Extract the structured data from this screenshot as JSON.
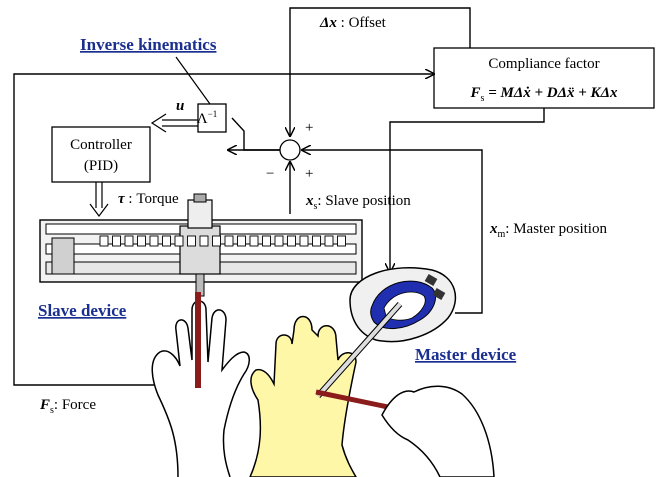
{
  "labels": {
    "offset_symbol": "Δx",
    "offset_text": " : Offset",
    "inverse_kinematics": "Inverse kinematics",
    "compliance_title": "Compliance factor",
    "compliance_eq_lhs": "F",
    "compliance_eq_sub": "s",
    "compliance_eq_rhs": " = MΔẋ + DΔẍ + KΔx",
    "controller_line1": "Controller",
    "controller_line2": "(PID)",
    "u_label": "u",
    "inverse_block": "Λ",
    "inverse_sup": "−1",
    "plus_top": "+",
    "minus_left": "−",
    "plus_bottom": "+",
    "torque_symbol": "τ",
    "torque_text": " : Torque",
    "slave_pos_symbol": "x",
    "slave_pos_sub": "s",
    "slave_pos_text": ": Slave position",
    "master_pos_symbol": "x",
    "master_pos_sub": "m",
    "master_pos_text": ": Master position",
    "slave_device": "Slave device",
    "master_device": "Master device",
    "force_symbol": "F",
    "force_sub": "s",
    "force_text": ": Force"
  },
  "colors": {
    "link_blue": "#1a2f8f",
    "master_blue": "#1f2fb0",
    "hand_yellow": "#fff7a8",
    "pen_red": "#8b1c1c"
  }
}
